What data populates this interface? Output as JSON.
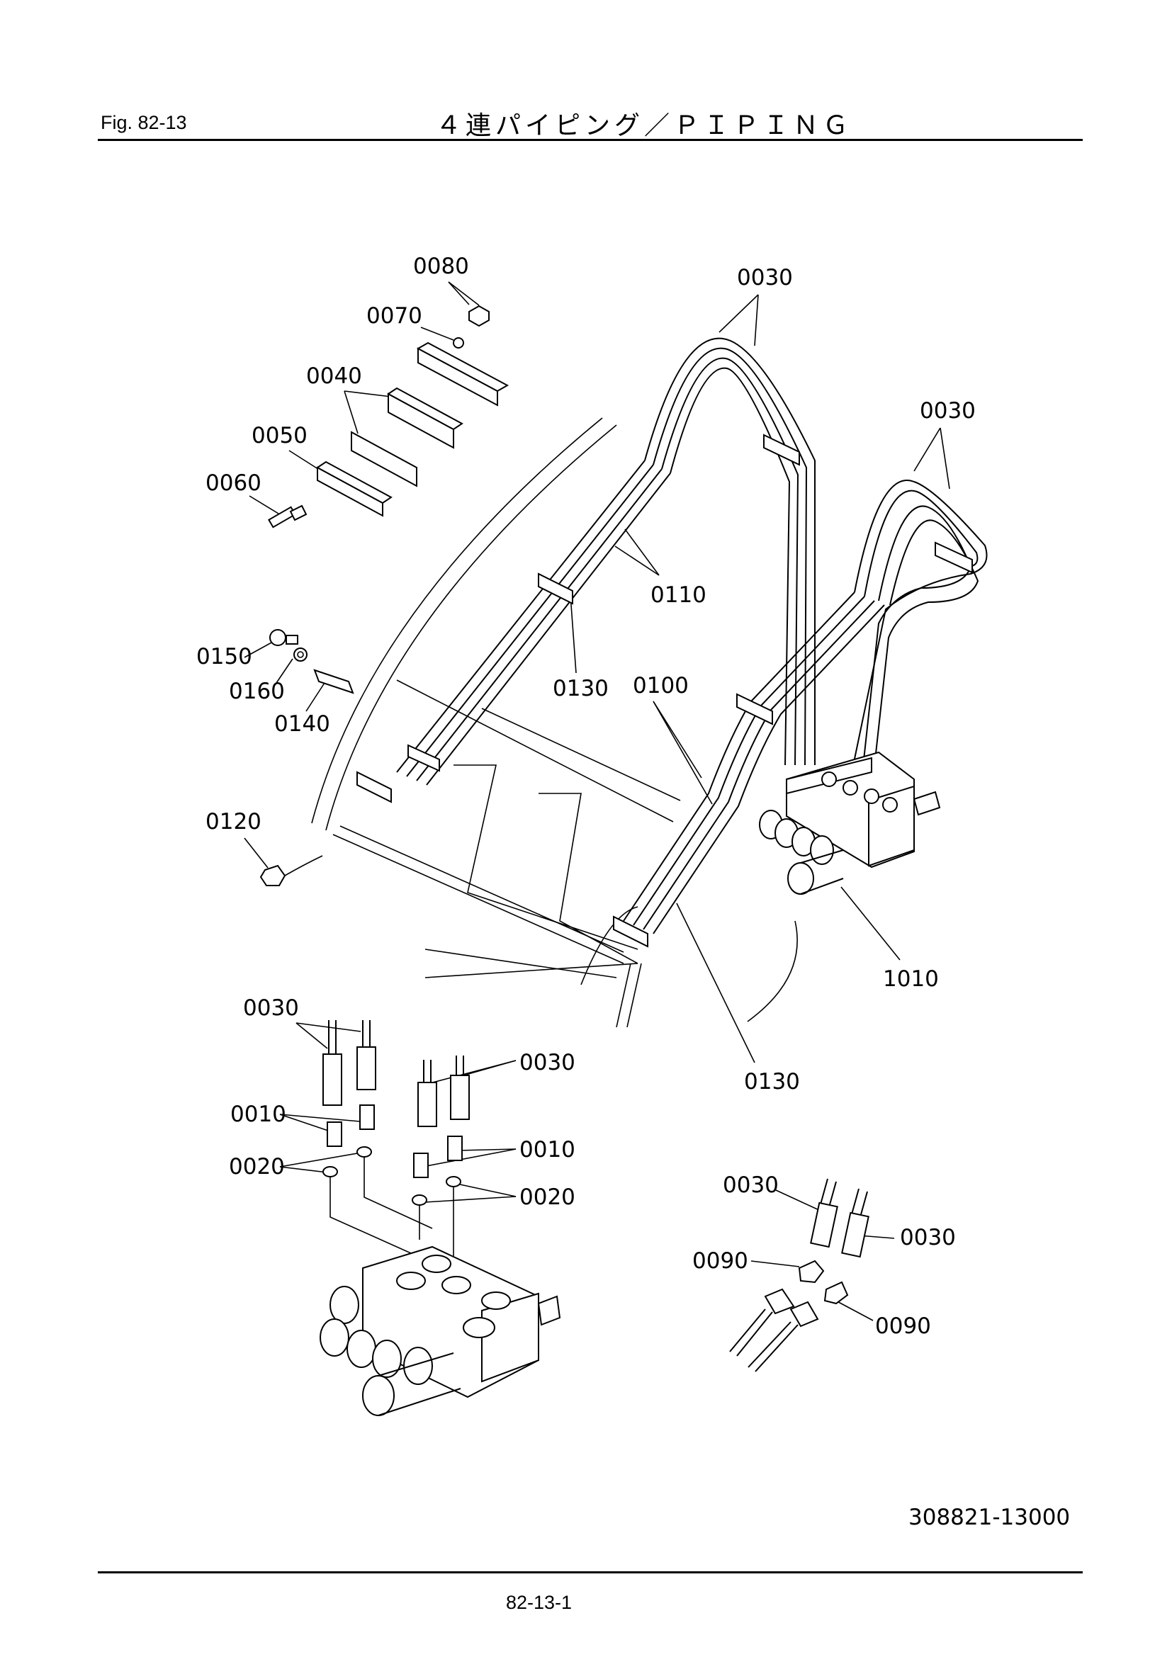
{
  "header": {
    "fig_label": "Fig.  82-13",
    "title": "４連パイピング／ＰＩＰＩＮＧ"
  },
  "footer": {
    "drawing_number": "308821-13000",
    "page_number": "82-13-1"
  },
  "callouts": {
    "c0080": "0080",
    "c0070": "0070",
    "c0040": "0040",
    "c0050": "0050",
    "c0060": "0060",
    "c0150": "0150",
    "c0160": "0160",
    "c0140": "0140",
    "c0120": "0120",
    "c0030_top": "0030",
    "c0030_right": "0030",
    "c0110": "0110",
    "c0130_mid": "0130",
    "c0100": "0100",
    "c1010": "1010",
    "c0130_low": "0130",
    "c0030_a": "0030",
    "c0030_b": "0030",
    "c0010_a": "0010",
    "c0010_b": "0010",
    "c0020_a": "0020",
    "c0020_b": "0020",
    "c0030_c": "0030",
    "c0030_d": "0030",
    "c0090_a": "0090",
    "c0090_b": "0090"
  }
}
